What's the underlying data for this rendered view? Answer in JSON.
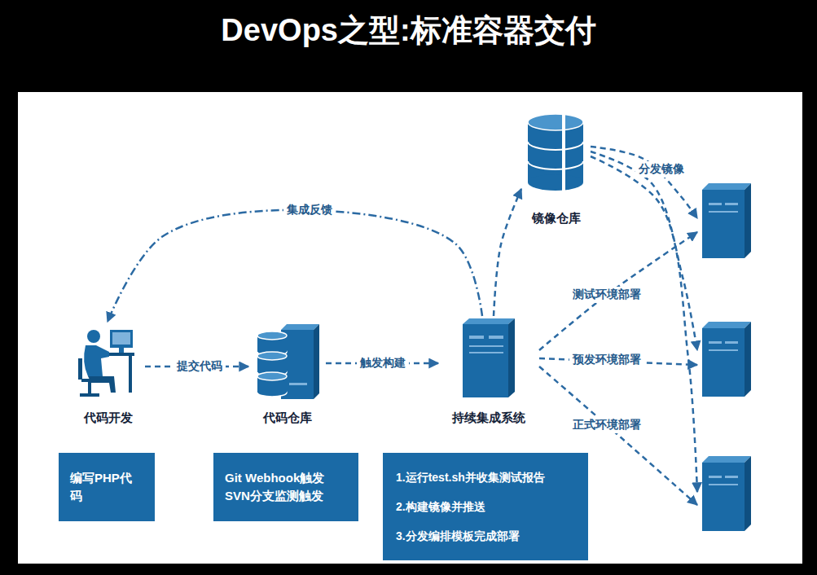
{
  "diagram": {
    "title": "DevOps之型:标准容器交付",
    "nodes": [
      {
        "text": [
          "镜像仓库"
        ]
      },
      {
        "text": []
      },
      {
        "text": [
          "代码开发"
        ]
      },
      {
        "text": [
          "代码仓库"
        ]
      },
      {
        "text": [
          "持续集成系统"
        ]
      },
      {
        "text": []
      },
      {
        "text": []
      },
      {
        "text": [
          "编写PHP代码"
        ]
      },
      {
        "text": [
          "Git Webhook触发 SVN分支监测触发"
        ]
      },
      {
        "text": [
          "1.运行test.sh并收集测试报告",
          "2.构建镜像并推送",
          "3.分发编排模板完成部署"
        ]
      }
    ],
    "edges": [
      {
        "from": 2,
        "to": 3,
        "label": "提交代码",
        "arrow": "to"
      },
      {
        "from": 3,
        "to": 4,
        "label": "触发构建",
        "arrow": "to"
      },
      {
        "from": 4,
        "to": 2,
        "label": "集成反馈",
        "arrow": "to"
      },
      {
        "from": 4,
        "to": 0,
        "arrow": "to"
      },
      {
        "from": 0,
        "to": 1,
        "label": "分发镜像",
        "arrow": "to"
      },
      {
        "from": 0,
        "to": 5,
        "arrow": "to"
      },
      {
        "from": 0,
        "to": 6,
        "arrow": "to"
      },
      {
        "from": 4,
        "to": 1,
        "label": "测试环境部署",
        "arrow": "to"
      },
      {
        "from": 4,
        "to": 5,
        "label": "预发环境部署",
        "arrow": "to"
      },
      {
        "from": 4,
        "to": 6,
        "label": "正式环境部署",
        "arrow": "to"
      }
    ]
  }
}
